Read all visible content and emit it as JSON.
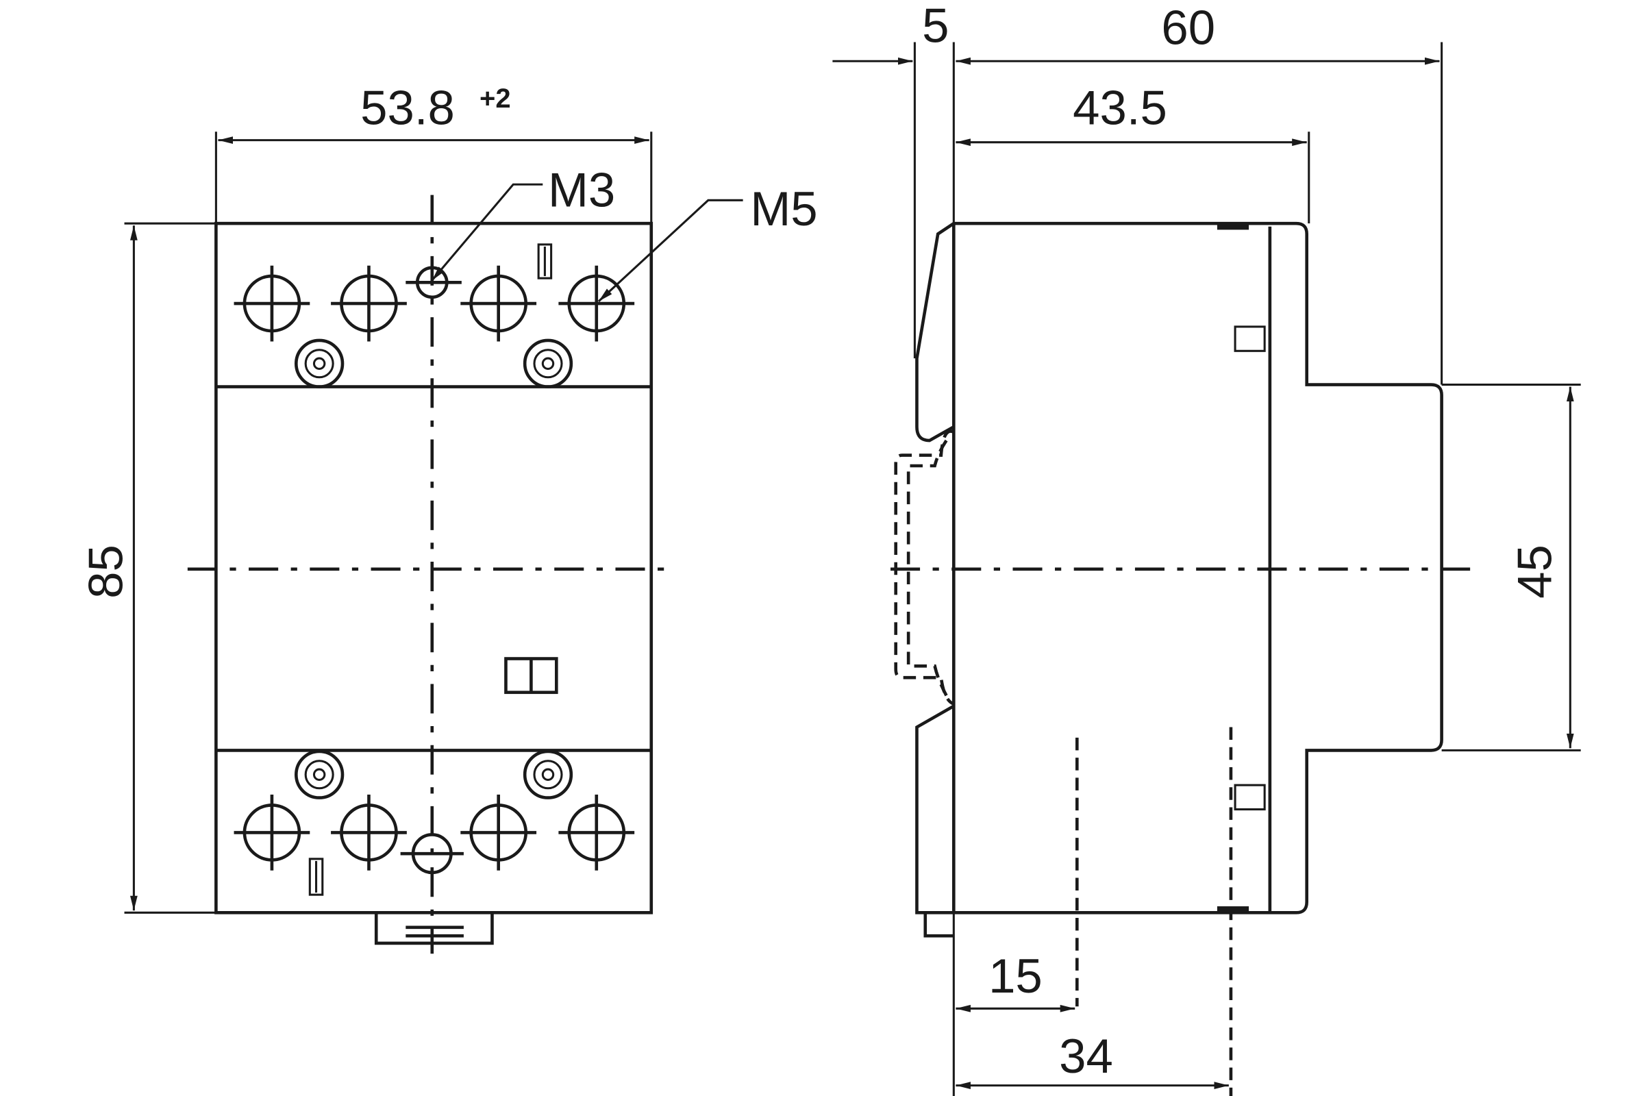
{
  "drawing": {
    "front_view": {
      "width_label": "53.8",
      "width_tolerance": "+2",
      "height_label": "85",
      "screw_small_label": "M3",
      "screw_large_label": "M5"
    },
    "side_view": {
      "rail_offset_label": "5",
      "depth_label": "60",
      "body_depth_label": "43.5",
      "front_height_label": "45",
      "dim_15_label": "15",
      "dim_34_label": "34"
    },
    "line_color": "#1a1a1a"
  }
}
